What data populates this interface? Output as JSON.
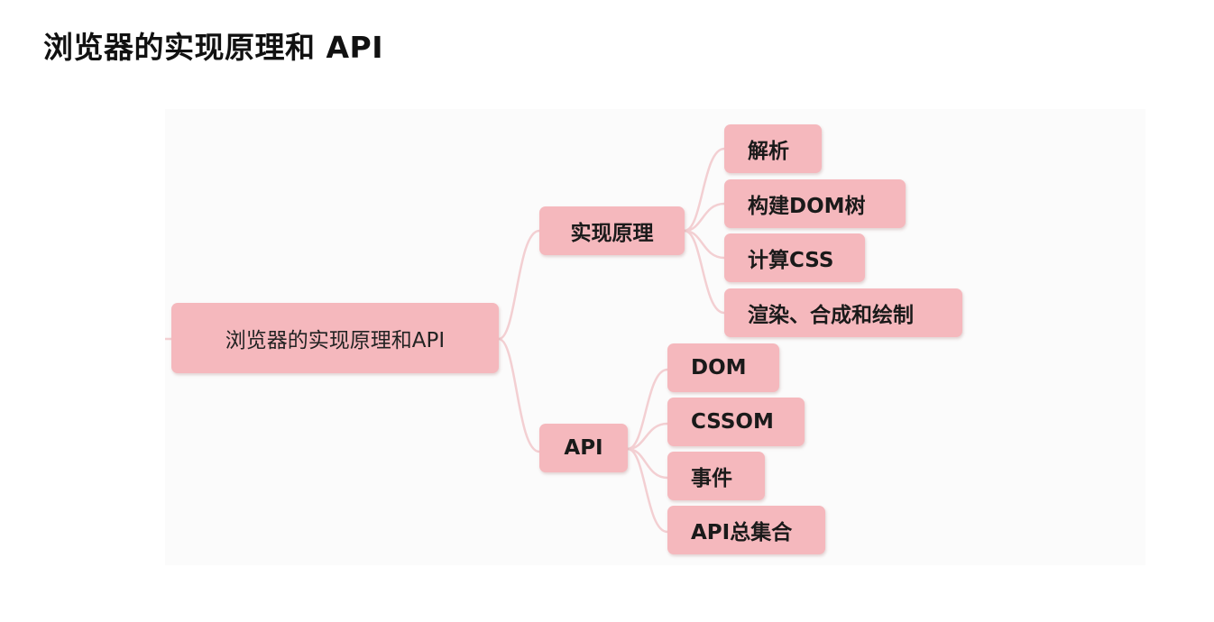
{
  "page": {
    "title": "浏览器的实现原理和 API"
  },
  "mindmap": {
    "root": {
      "label": "浏览器的实现原理和API"
    },
    "branches": [
      {
        "label": "实现原理",
        "children": [
          "解析",
          "构建DOM树",
          "计算CSS",
          "渲染、合成和绘制"
        ]
      },
      {
        "label": "API",
        "children": [
          "DOM",
          "CSSOM",
          "事件",
          "API总集合"
        ]
      }
    ]
  },
  "colors": {
    "node_fill": "#f5b8bd",
    "connector": "#f3cfd2",
    "diagram_background": "#fbfbfb"
  }
}
